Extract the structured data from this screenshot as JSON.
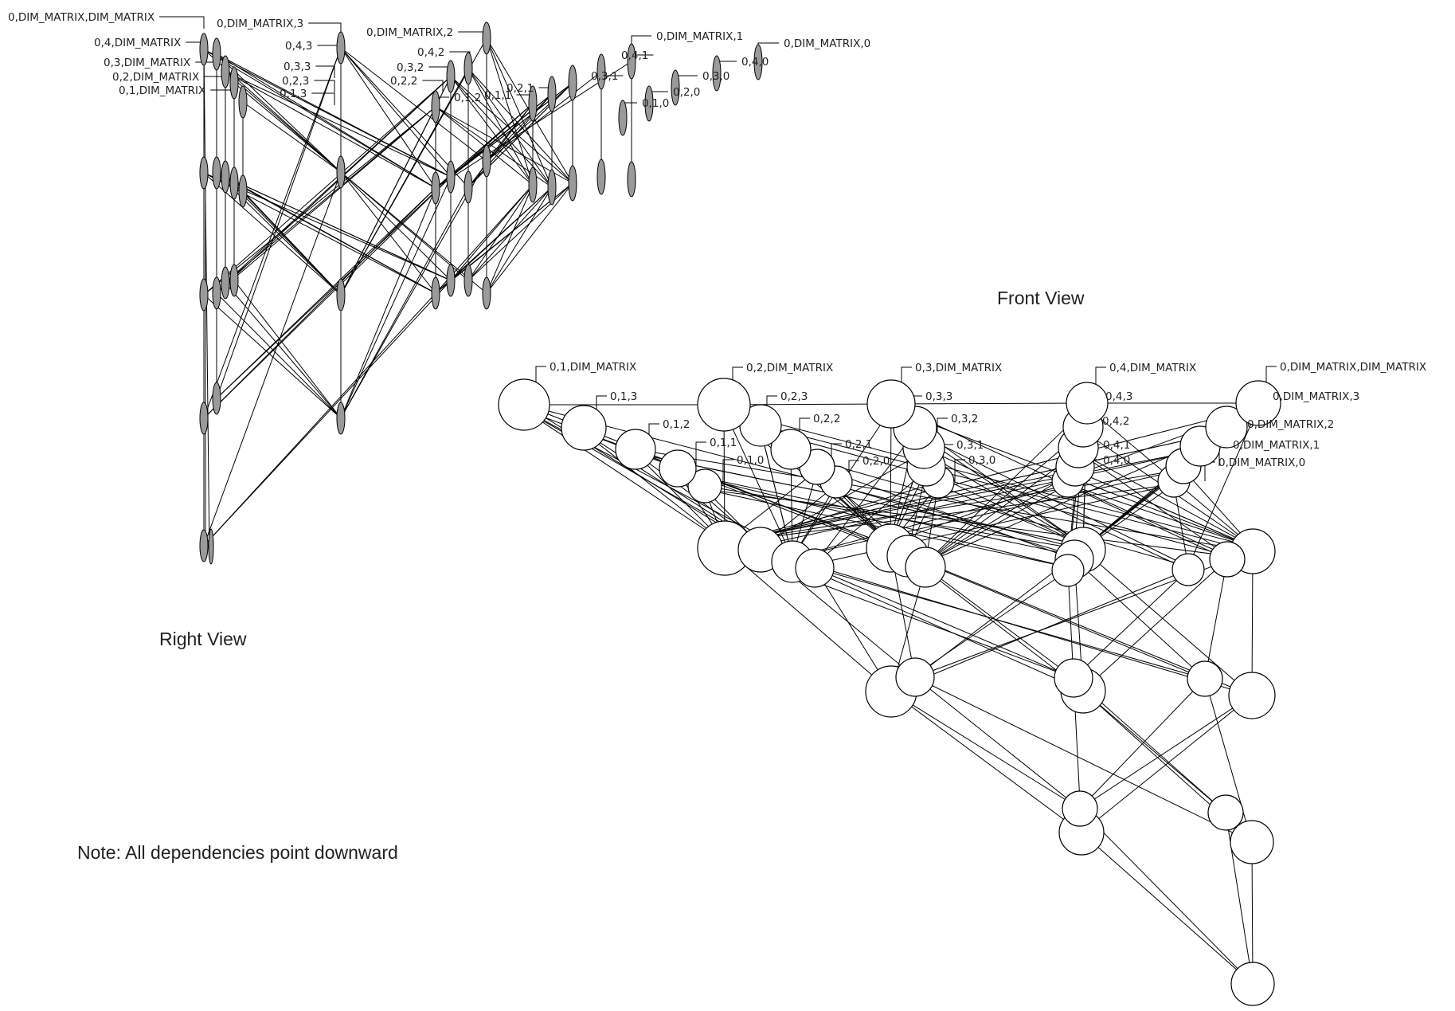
{
  "view_titles": {
    "front": "Front View",
    "right": "Right View"
  },
  "note": "Note: All dependencies point downward",
  "colors": {
    "line": "#000000",
    "front_node_fill": "#ffffff",
    "right_node_fill": "#9a9a9a",
    "text": "#222222"
  },
  "front_labels": [
    "0,1,DIM_MATRIX",
    "0,1,3",
    "0,1,2",
    "0,1,1",
    "0,1,0",
    "0,2,DIM_MATRIX",
    "0,2,3",
    "0,2,2",
    "0,2,1",
    "0,2,0",
    "0,3,DIM_MATRIX",
    "0,3,3",
    "0,3,2",
    "0,3,1",
    "0,3,0",
    "0,4,DIM_MATRIX",
    "0,4,3",
    "0,4,2",
    "0,4,1",
    "0,4,0",
    "0,DIM_MATRIX,DIM_MATRIX",
    "0,DIM_MATRIX,3",
    "0,DIM_MATRIX,2",
    "0,DIM_MATRIX,1",
    "0,DIM_MATRIX,0"
  ],
  "right_labels": [
    "0,DIM_MATRIX,DIM_MATRIX",
    "0,4,DIM_MATRIX",
    "0,3,DIM_MATRIX",
    "0,2,DIM_MATRIX",
    "0,1,DIM_MATRIX",
    "0,DIM_MATRIX,3",
    "0,4,3",
    "0,3,3",
    "0,2,3",
    "0,1,3",
    "0,DIM_MATRIX,2",
    "0,4,2",
    "0,3,2",
    "0,2,2",
    "0,1,2",
    "0,2,1",
    "0,1,1",
    "0,3,1",
    "0,4,1",
    "0,DIM_MATRIX,1",
    "0,1,0",
    "0,2,0",
    "0,3,0",
    "0,4,0",
    "0,DIM_MATRIX,0"
  ]
}
